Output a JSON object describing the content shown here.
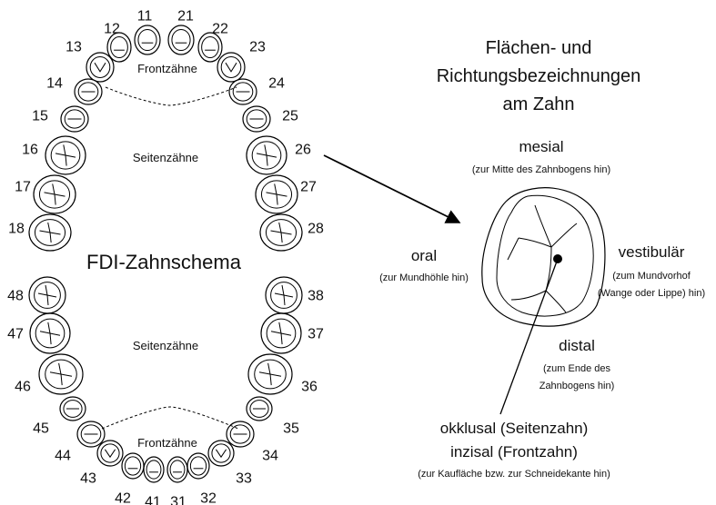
{
  "diagram_title": "FDI-Zahnschema",
  "upper_jaw": {
    "front_label": "Frontzähne",
    "side_label": "Seitenzähne",
    "teeth": [
      {
        "number": "11",
        "kind": "incisor"
      },
      {
        "number": "12",
        "kind": "incisor"
      },
      {
        "number": "13",
        "kind": "canine"
      },
      {
        "number": "14",
        "kind": "premolar"
      },
      {
        "number": "15",
        "kind": "premolar"
      },
      {
        "number": "16",
        "kind": "molar"
      },
      {
        "number": "17",
        "kind": "molar"
      },
      {
        "number": "18",
        "kind": "molar"
      },
      {
        "number": "21",
        "kind": "incisor"
      },
      {
        "number": "22",
        "kind": "incisor"
      },
      {
        "number": "23",
        "kind": "canine"
      },
      {
        "number": "24",
        "kind": "premolar"
      },
      {
        "number": "25",
        "kind": "premolar"
      },
      {
        "number": "26",
        "kind": "molar"
      },
      {
        "number": "27",
        "kind": "molar"
      },
      {
        "number": "28",
        "kind": "molar"
      }
    ]
  },
  "lower_jaw": {
    "front_label": "Frontzähne",
    "side_label": "Seitenzähne",
    "teeth": [
      {
        "number": "31",
        "kind": "incisor"
      },
      {
        "number": "32",
        "kind": "incisor"
      },
      {
        "number": "33",
        "kind": "canine"
      },
      {
        "number": "34",
        "kind": "premolar"
      },
      {
        "number": "35",
        "kind": "premolar"
      },
      {
        "number": "36",
        "kind": "molar"
      },
      {
        "number": "37",
        "kind": "molar"
      },
      {
        "number": "38",
        "kind": "molar"
      },
      {
        "number": "41",
        "kind": "incisor"
      },
      {
        "number": "42",
        "kind": "incisor"
      },
      {
        "number": "43",
        "kind": "canine"
      },
      {
        "number": "44",
        "kind": "premolar"
      },
      {
        "number": "45",
        "kind": "premolar"
      },
      {
        "number": "46",
        "kind": "molar"
      },
      {
        "number": "47",
        "kind": "molar"
      },
      {
        "number": "48",
        "kind": "molar"
      }
    ]
  },
  "detail": {
    "heading_lines": [
      "Flächen- und",
      "Richtungsbezeichnungen",
      "am Zahn"
    ],
    "source_tooth": "26",
    "surfaces": {
      "mesial": {
        "term": "mesial",
        "note": "(zur Mitte des Zahnbogens hin)"
      },
      "oral": {
        "term": "oral",
        "note": "(zur Mundhöhle hin)"
      },
      "vestibular": {
        "term": "vestibulär",
        "note_lines": [
          "(zum Mundvorhof",
          "(Wange oder Lippe) hin)"
        ]
      },
      "distal": {
        "term": "distal",
        "note_lines": [
          "(zum Ende des",
          "Zahnbogens hin)"
        ]
      },
      "occlusal": {
        "term": "okklusal (Seitenzahn)",
        "term2": "inzisal (Frontzahn)",
        "note": "(zur Kaufläche bzw. zur Schneidekante hin)"
      }
    }
  }
}
